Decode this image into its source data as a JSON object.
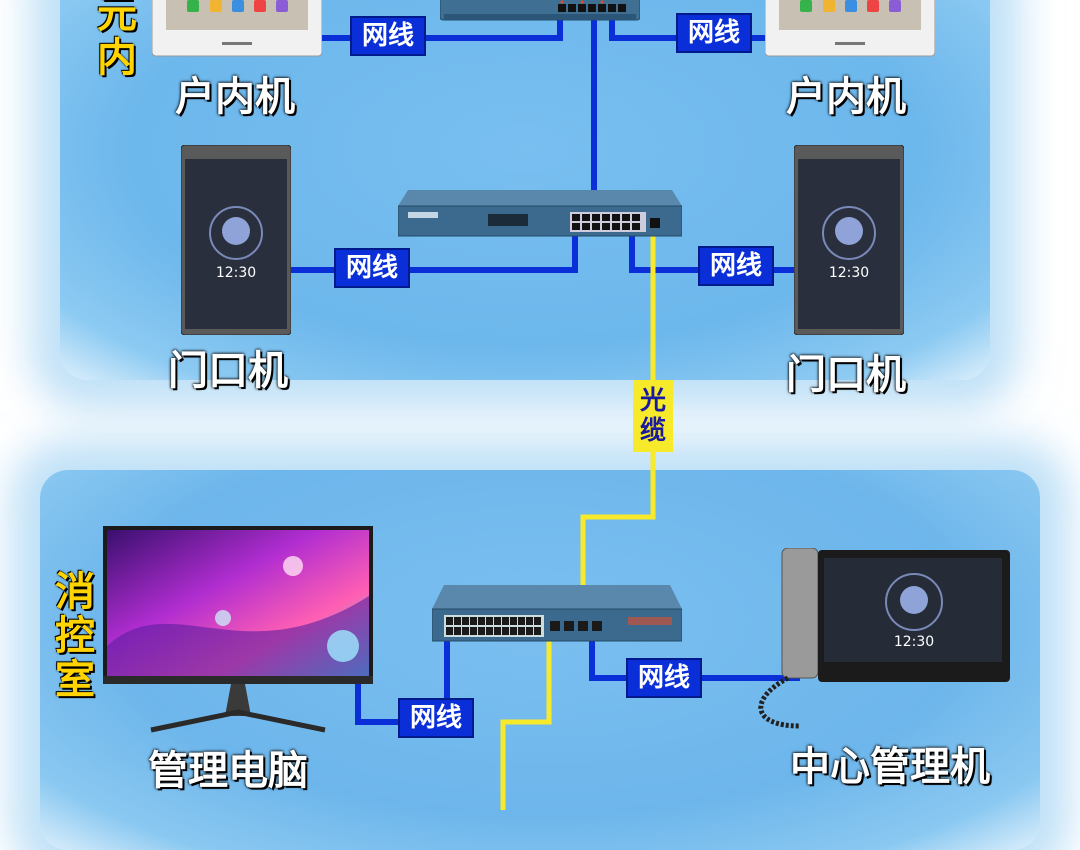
{
  "zones": {
    "top_label": "元\n内",
    "bottom_label": "消\n控\n室"
  },
  "devices": {
    "indoor_left": "户内机",
    "indoor_right": "户内机",
    "door_left": "门口机",
    "door_right": "门口机",
    "pc": "管理电脑",
    "center": "中心管理机"
  },
  "door_screen": {
    "time": "12:30"
  },
  "center_screen": {
    "time": "12:30"
  },
  "links": {
    "net_1": "网线",
    "net_2": "网线",
    "net_3": "网线",
    "net_4": "网线",
    "net_5": "网线",
    "net_6": "网线",
    "fiber": "光缆"
  },
  "colors": {
    "network_cable": "#0a2fd8",
    "fiber_cable": "#f7ea2a",
    "zone_bg": "#6cb7ec"
  }
}
